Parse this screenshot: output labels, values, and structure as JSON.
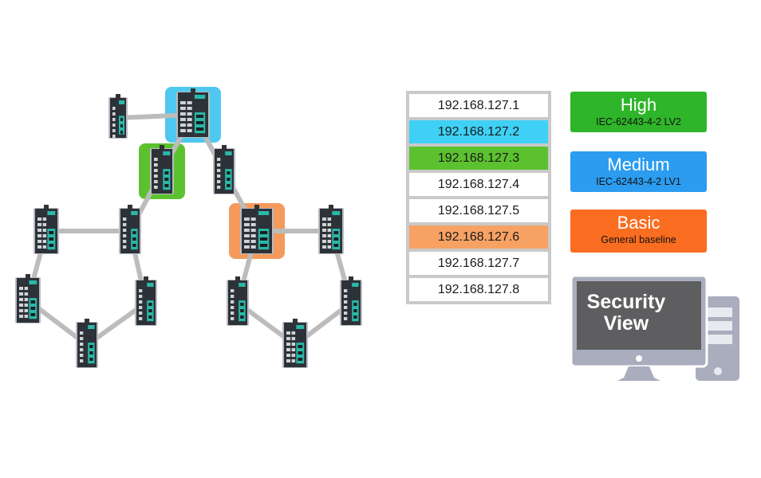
{
  "ip_table": {
    "rows": [
      {
        "ip": "192.168.127.1",
        "color": "#ffffff"
      },
      {
        "ip": "192.168.127.2",
        "color": "#3fd0f5"
      },
      {
        "ip": "192.168.127.3",
        "color": "#5cc12e"
      },
      {
        "ip": "192.168.127.4",
        "color": "#ffffff"
      },
      {
        "ip": "192.168.127.5",
        "color": "#ffffff"
      },
      {
        "ip": "192.168.127.6",
        "color": "#f7a263"
      },
      {
        "ip": "192.168.127.7",
        "color": "#ffffff"
      },
      {
        "ip": "192.168.127.8",
        "color": "#ffffff"
      }
    ]
  },
  "security_levels": [
    {
      "title": "High",
      "subtitle": "IEC-62443-4-2 LV2",
      "color": "#2fb52a"
    },
    {
      "title": "Medium",
      "subtitle": "IEC-62443-4-2 LV1",
      "color": "#2b9cf0"
    },
    {
      "title": "Basic",
      "subtitle": "General baseline",
      "color": "#fa6d20"
    }
  ],
  "security_view": {
    "line1": "Security",
    "line2": "View"
  },
  "colors": {
    "link": "#bcbcbc",
    "switch_body": "#2d3238",
    "switch_accent": "#2ab8a8",
    "monitor": "#a9adbd",
    "screen": "#5e5e60",
    "highlight_blue": "#4fc8ef",
    "highlight_green": "#5cc12e",
    "highlight_orange": "#f39a5c"
  },
  "switches": [
    {
      "id": "s1",
      "highlight": null
    },
    {
      "id": "s2",
      "highlight": "blue"
    },
    {
      "id": "s3",
      "highlight": "green"
    },
    {
      "id": "s4",
      "highlight": null
    },
    {
      "id": "s5",
      "highlight": "orange"
    },
    {
      "id": "s6",
      "highlight": null
    },
    {
      "id": "s7",
      "highlight": null
    },
    {
      "id": "s8",
      "highlight": null
    },
    {
      "id": "s9",
      "highlight": null
    },
    {
      "id": "s10",
      "highlight": null
    },
    {
      "id": "s11",
      "highlight": null
    },
    {
      "id": "s12",
      "highlight": null
    },
    {
      "id": "s13",
      "highlight": null
    },
    {
      "id": "s14",
      "highlight": null
    }
  ]
}
